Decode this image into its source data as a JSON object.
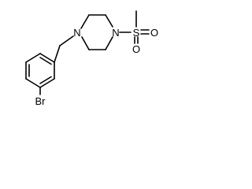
{
  "molecule": {
    "atoms": {
      "nitrogen_left": "N",
      "nitrogen_right": "N",
      "sulfur": "S",
      "oxygen_top": "O",
      "oxygen_bottom": "O",
      "bromine": "Br"
    },
    "colors": {
      "background": "#ffffff",
      "ink": "#000000"
    }
  }
}
